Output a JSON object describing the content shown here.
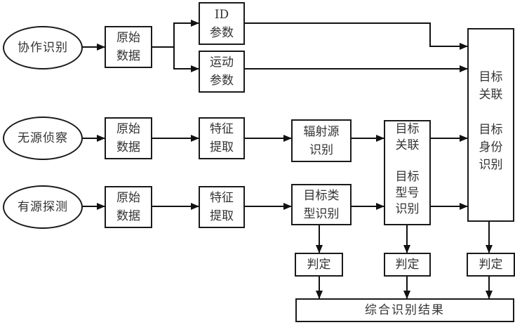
{
  "sources": [
    {
      "id": "coop",
      "label": "协作识别"
    },
    {
      "id": "passive",
      "label": "无源侦察"
    },
    {
      "id": "active",
      "label": "有源探测"
    }
  ],
  "nodes": {
    "raw1": "原始\n数据",
    "raw2": "原始\n数据",
    "raw3": "原始\n数据",
    "id_param": "ID\n参数",
    "motion_param": "运动\n参数",
    "feat2": "特征\n提取",
    "feat3": "特征\n提取",
    "emitter_id": "辐射源\n识别",
    "target_class_id": "目标类\n型识别",
    "mid_assoc": "目标\n关联",
    "mid_model_id": "目标\n型号\n识别",
    "right_assoc": "目标\n关联",
    "right_identity": "目标\n身份\n识别",
    "judge1": "判定",
    "judge2": "判定",
    "judge3": "判定",
    "result": "综合识别结果"
  },
  "edges": [
    [
      "协作识别",
      "原始数据"
    ],
    [
      "原始数据",
      "ID参数"
    ],
    [
      "原始数据",
      "运动参数"
    ],
    [
      "ID参数",
      "目标关联/目标身份识别"
    ],
    [
      "运动参数",
      "目标关联/目标身份识别"
    ],
    [
      "无源侦察",
      "原始数据"
    ],
    [
      "原始数据",
      "特征提取"
    ],
    [
      "特征提取",
      "辐射源识别"
    ],
    [
      "辐射源识别",
      "目标关联/目标型号识别"
    ],
    [
      "目标关联/目标型号识别",
      "目标关联/目标身份识别"
    ],
    [
      "有源探测",
      "原始数据"
    ],
    [
      "原始数据",
      "特征提取"
    ],
    [
      "特征提取",
      "目标类型识别"
    ],
    [
      "目标类型识别",
      "目标关联/目标型号识别"
    ],
    [
      "目标关联/目标型号识别",
      "目标关联/目标身份识别"
    ],
    [
      "目标类型识别",
      "判定"
    ],
    [
      "目标关联/目标型号识别",
      "判定"
    ],
    [
      "目标关联/目标身份识别",
      "判定"
    ],
    [
      "判定",
      "综合识别结果"
    ]
  ]
}
